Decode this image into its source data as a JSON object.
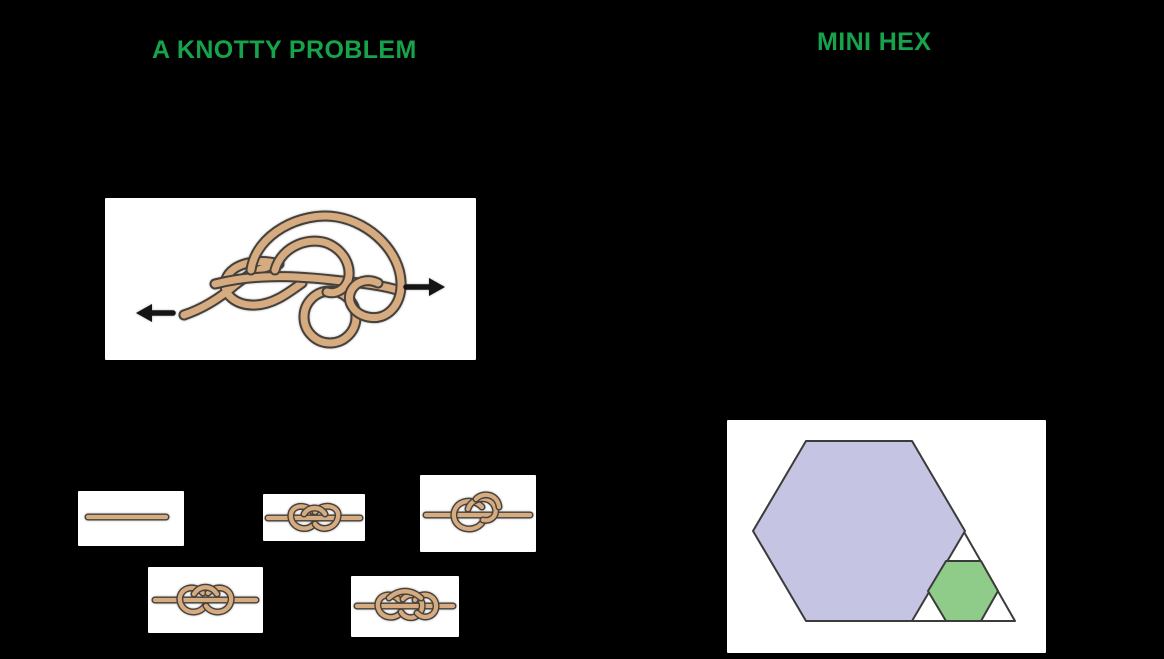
{
  "theme": {
    "page-bg": "#000000",
    "panel-bg": "#ffffff",
    "green": "#17A34C",
    "rope": "#D7AB80",
    "rope-outline": "#45403A",
    "arrow": "#141414",
    "hex-purple": "#C6C4E3",
    "hex-green": "#8FCB89",
    "shape-outline": "#3B3B3B"
  },
  "left_panel": {
    "title": "A KNOTTY PROBLEM",
    "figure": "tangled-rope-with-direction-arrows",
    "options": [
      {
        "id": "option-1",
        "figure": "straight-rope-no-knot"
      },
      {
        "id": "option-2",
        "figure": "overhand-knot"
      },
      {
        "id": "option-3",
        "figure": "overhand-knot-variant"
      },
      {
        "id": "option-4",
        "figure": "figure-eight-knot"
      },
      {
        "id": "option-5",
        "figure": "double-overhand-knot"
      }
    ]
  },
  "right_panel": {
    "title": "MINI HEX",
    "figure": "hexagon-inscribed-in-triangle-with-small-hexagon"
  }
}
